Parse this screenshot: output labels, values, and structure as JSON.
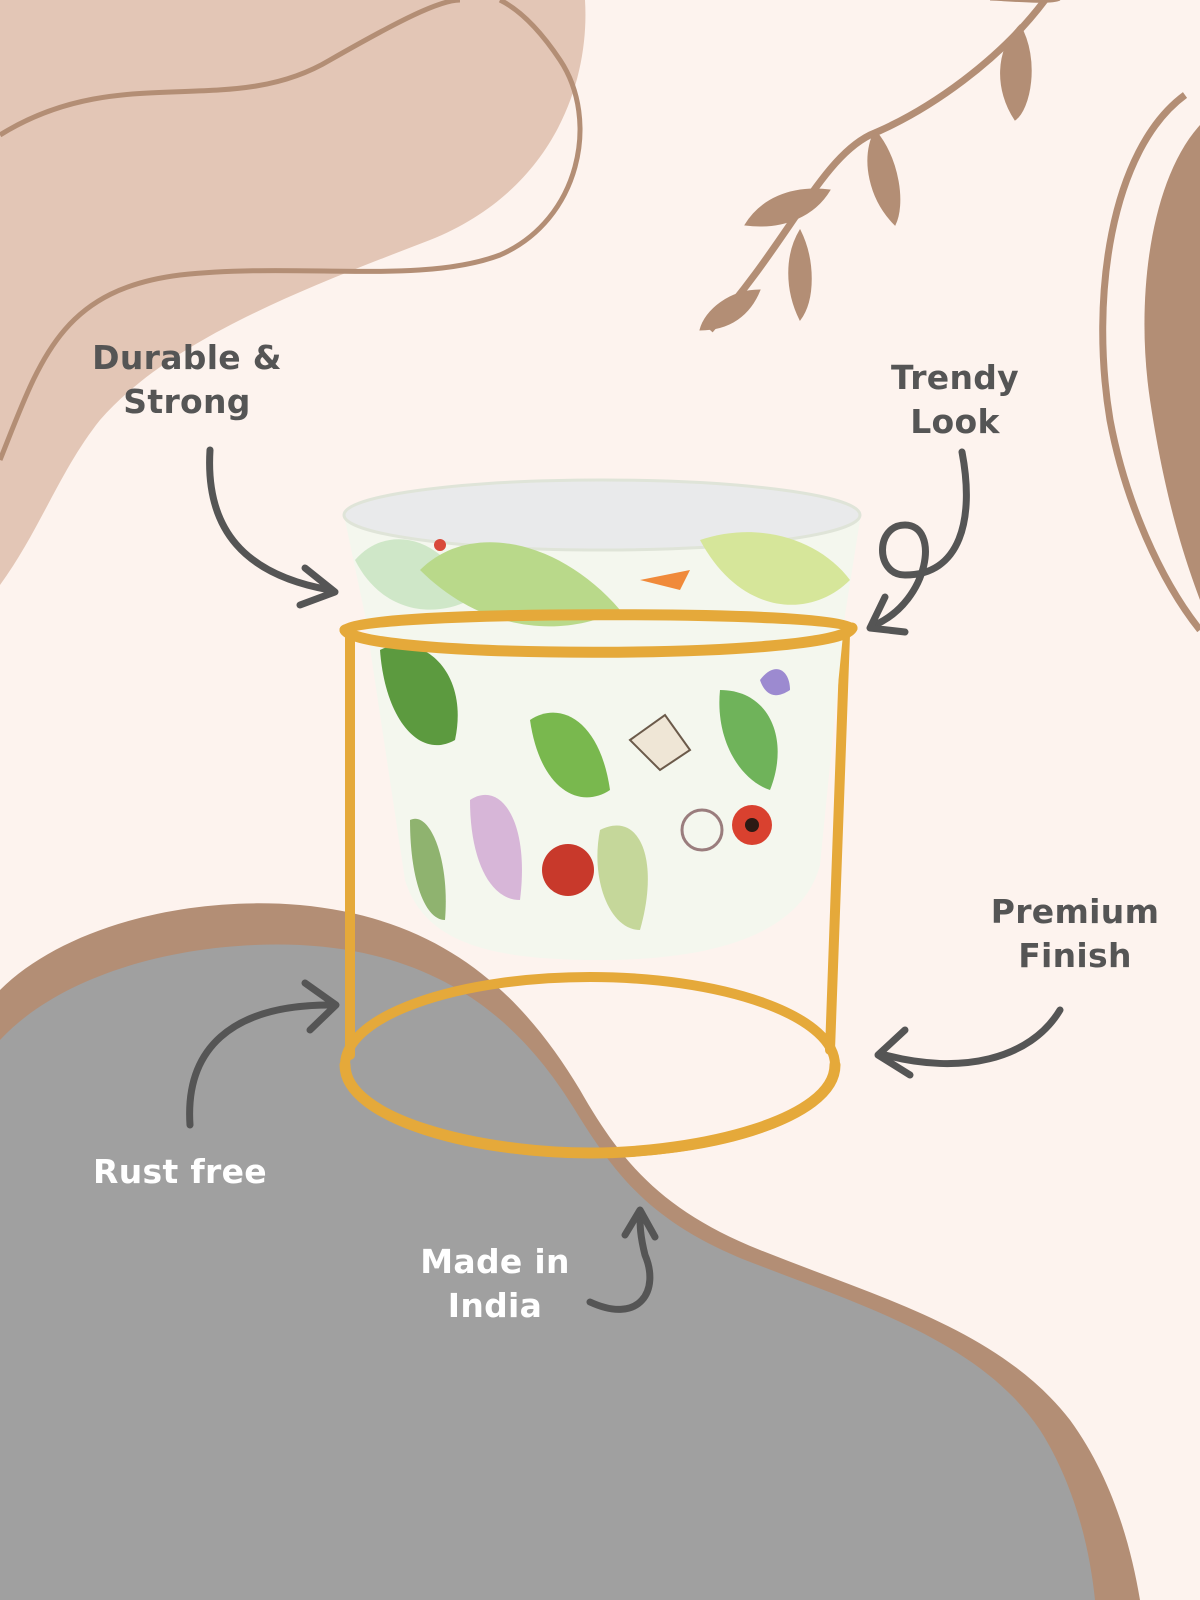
{
  "features": {
    "durable": [
      "Durable &",
      "Strong"
    ],
    "trendy": [
      "Trendy",
      "Look"
    ],
    "premium": [
      "Premium",
      "Finish"
    ],
    "rust_free": "Rust free",
    "made_in": [
      "Made in",
      "India"
    ]
  },
  "colors": {
    "background": "#fdf3ee",
    "blob_tan": "#e3c6b6",
    "accent_brown": "#b38e75",
    "floor_gray": "#a0a0a0",
    "text_dark": "#555555",
    "text_light": "#ffffff",
    "stand_gold": "#e5a93a"
  },
  "icons": [
    "curved-arrow-icon",
    "leaf-branch-icon"
  ]
}
